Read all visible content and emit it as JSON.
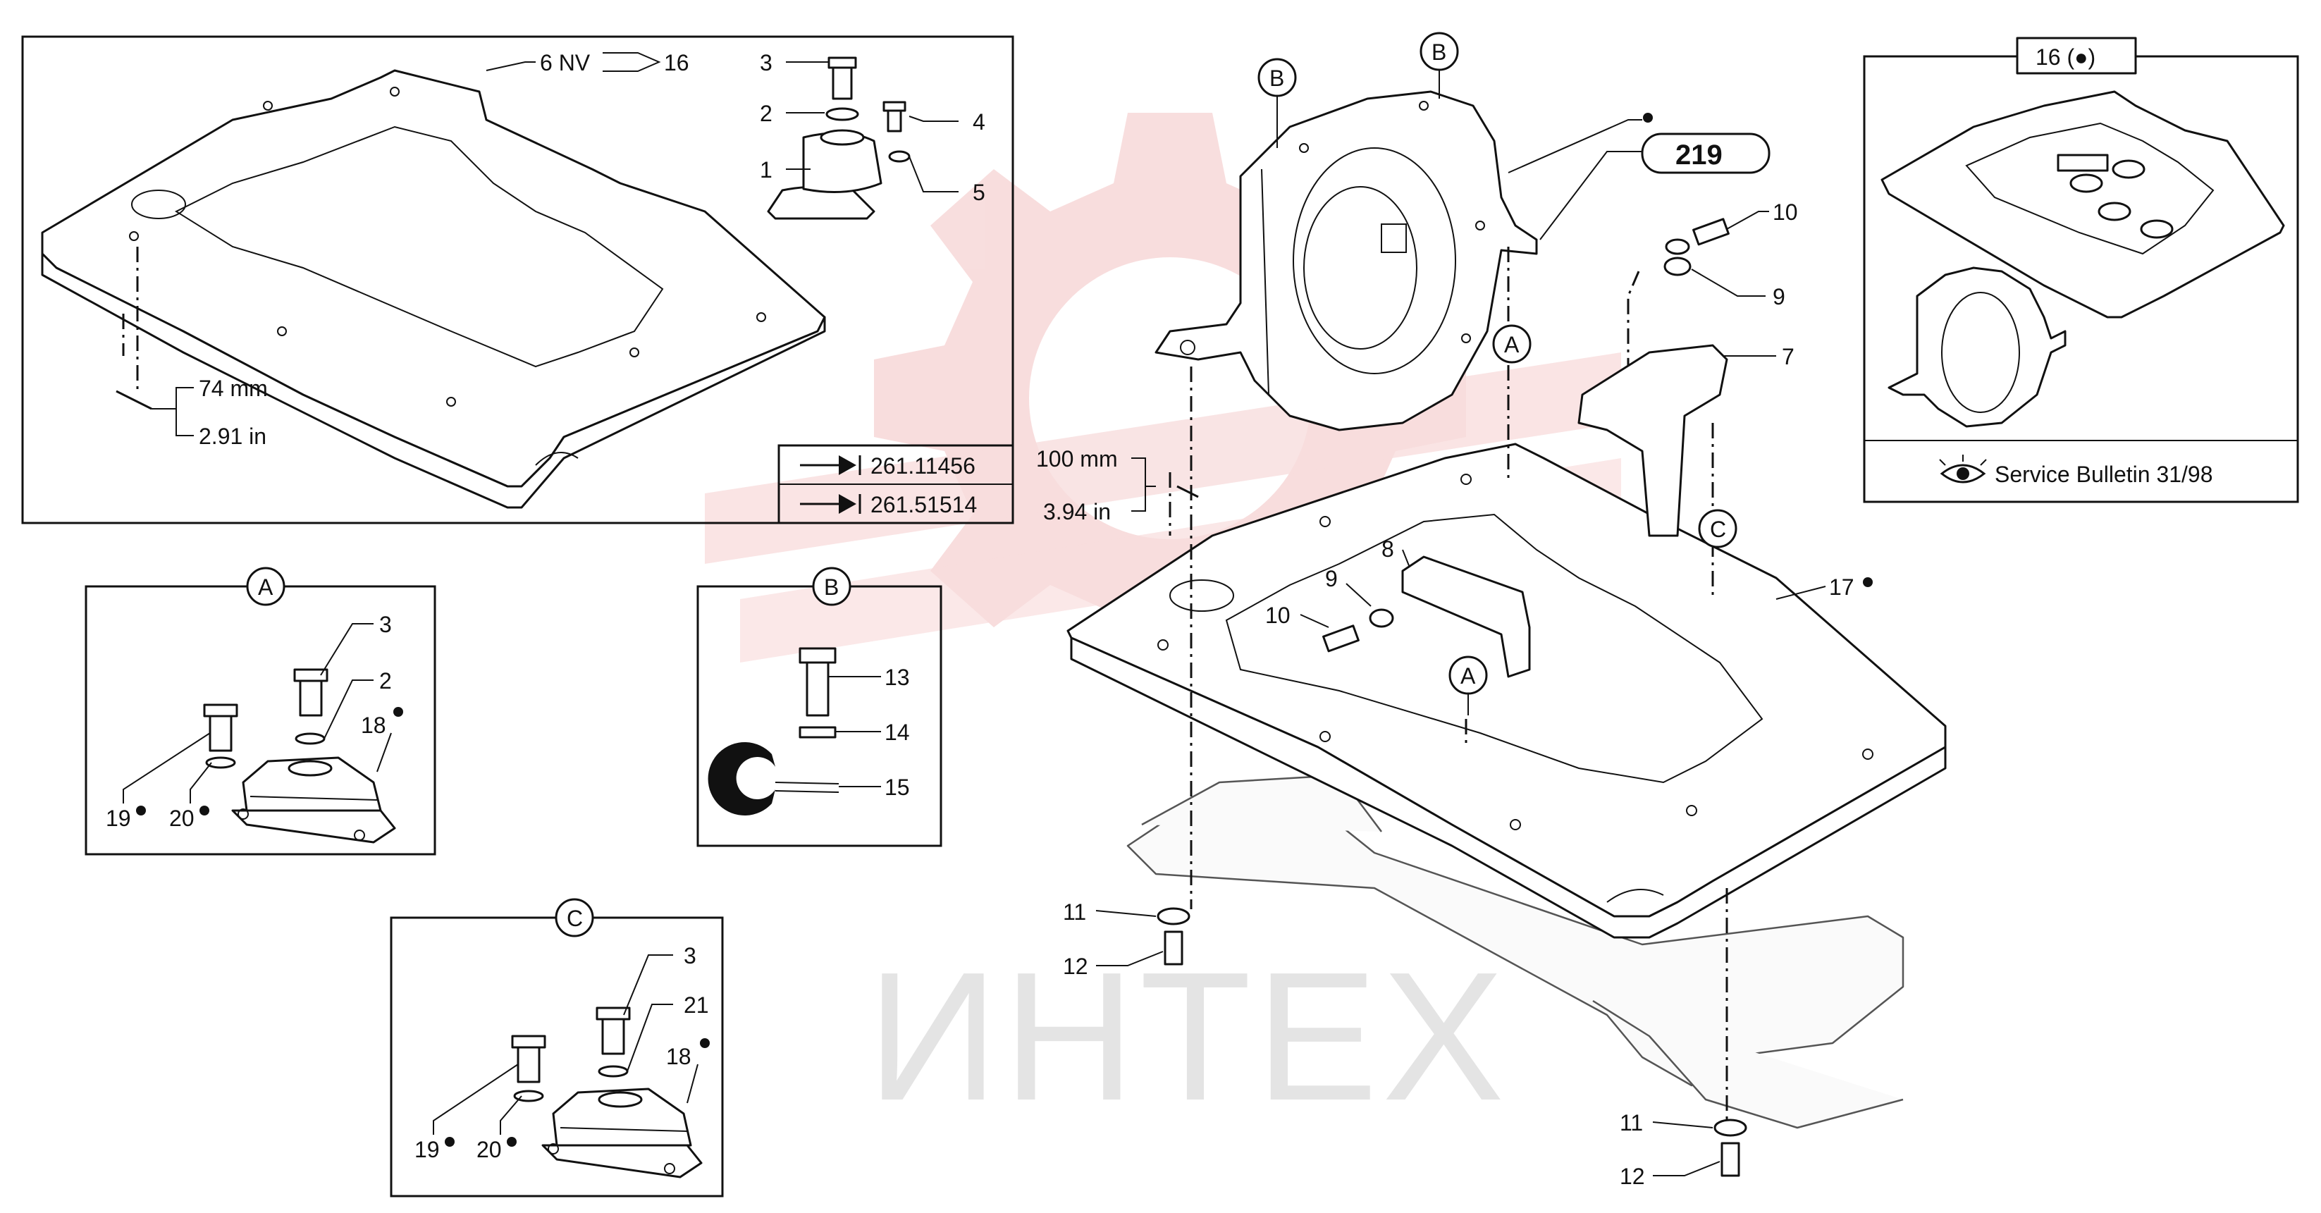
{
  "watermark": {
    "text": "ИНТЕХ",
    "logo_color": "#f3c2c2"
  },
  "top_left_view": {
    "callout_6": "6 NV",
    "callout_16": "16",
    "parts": {
      "p1": "1",
      "p2": "2",
      "p3": "3",
      "p4": "4",
      "p5": "5"
    },
    "dimension_mm": "74 mm",
    "dimension_in": "2.91 in",
    "serials": [
      "261.11456",
      "261.51514"
    ]
  },
  "detail_A": {
    "tag": "A",
    "parts": {
      "p2": "2",
      "p3": "3",
      "p18": "18",
      "p19": "19",
      "p20": "20"
    }
  },
  "detail_B": {
    "tag": "B",
    "parts": {
      "p13": "13",
      "p14": "14",
      "p15": "15"
    }
  },
  "detail_C": {
    "tag": "C",
    "parts": {
      "p3": "3",
      "p21": "21",
      "p18": "18",
      "p19": "19",
      "p20": "20"
    }
  },
  "main_view": {
    "ref_219": "219",
    "tags": {
      "b1": "B",
      "b2": "B",
      "a1": "A",
      "a2": "A",
      "c1": "C"
    },
    "parts": {
      "p7": "7",
      "p8": "8",
      "p9a": "9",
      "p9b": "9",
      "p10a": "10",
      "p10b": "10",
      "p11a": "11",
      "p11b": "11",
      "p12a": "12",
      "p12b": "12",
      "p17": "17"
    },
    "dimension_mm": "100 mm",
    "dimension_in": "3.94 in"
  },
  "inset_16": {
    "title": "16 (●)",
    "bulletin": "Service Bulletin 31/98"
  },
  "colors": {
    "line": "#111111",
    "logo": "#f3c2c2",
    "watermark_text": "#e4e4e4"
  },
  "icons": {
    "eye": "eye-icon",
    "serial_arrow": "serial-arrow-icon",
    "dot": "optional-dot-icon"
  }
}
